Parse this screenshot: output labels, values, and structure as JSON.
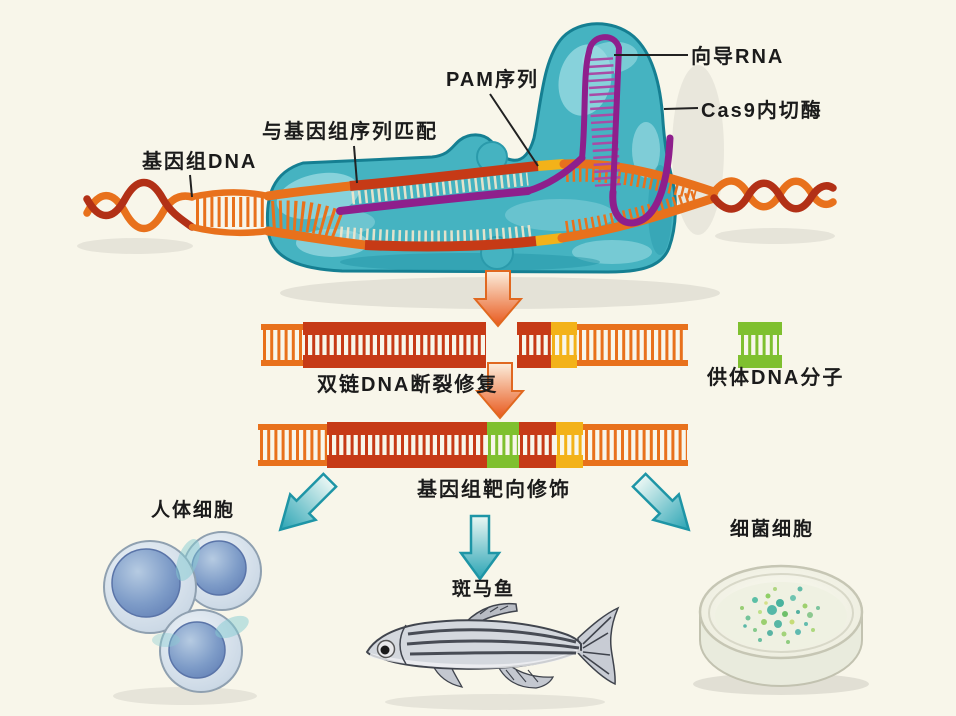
{
  "labels": {
    "genomic_dna": "基因组DNA",
    "match_sequence": "与基因组序列匹配",
    "pam": "PAM序列",
    "guide_rna": "向导RNA",
    "cas9": "Cas9内切酶",
    "dsb_repair": "双链DNA断裂修复",
    "donor_dna": "供体DNA分子",
    "genome_mod": "基因组靶向修饰",
    "human_cells": "人体细胞",
    "zebrafish": "斑马鱼",
    "bacteria": "细菌细胞"
  },
  "colors": {
    "bg": "#f8f6ea",
    "ink": "#1b1b1b",
    "teal": "#45b3c1",
    "teal_dark": "#157f92",
    "teal_light": "#9edce3",
    "orange": "#e8711c",
    "red": "#c63a16",
    "yellow": "#f3b219",
    "green": "#7fc02f",
    "purple": "#8e1f8c",
    "purple_light": "#a94ba6",
    "cream_rung": "#f0e6cc"
  }
}
